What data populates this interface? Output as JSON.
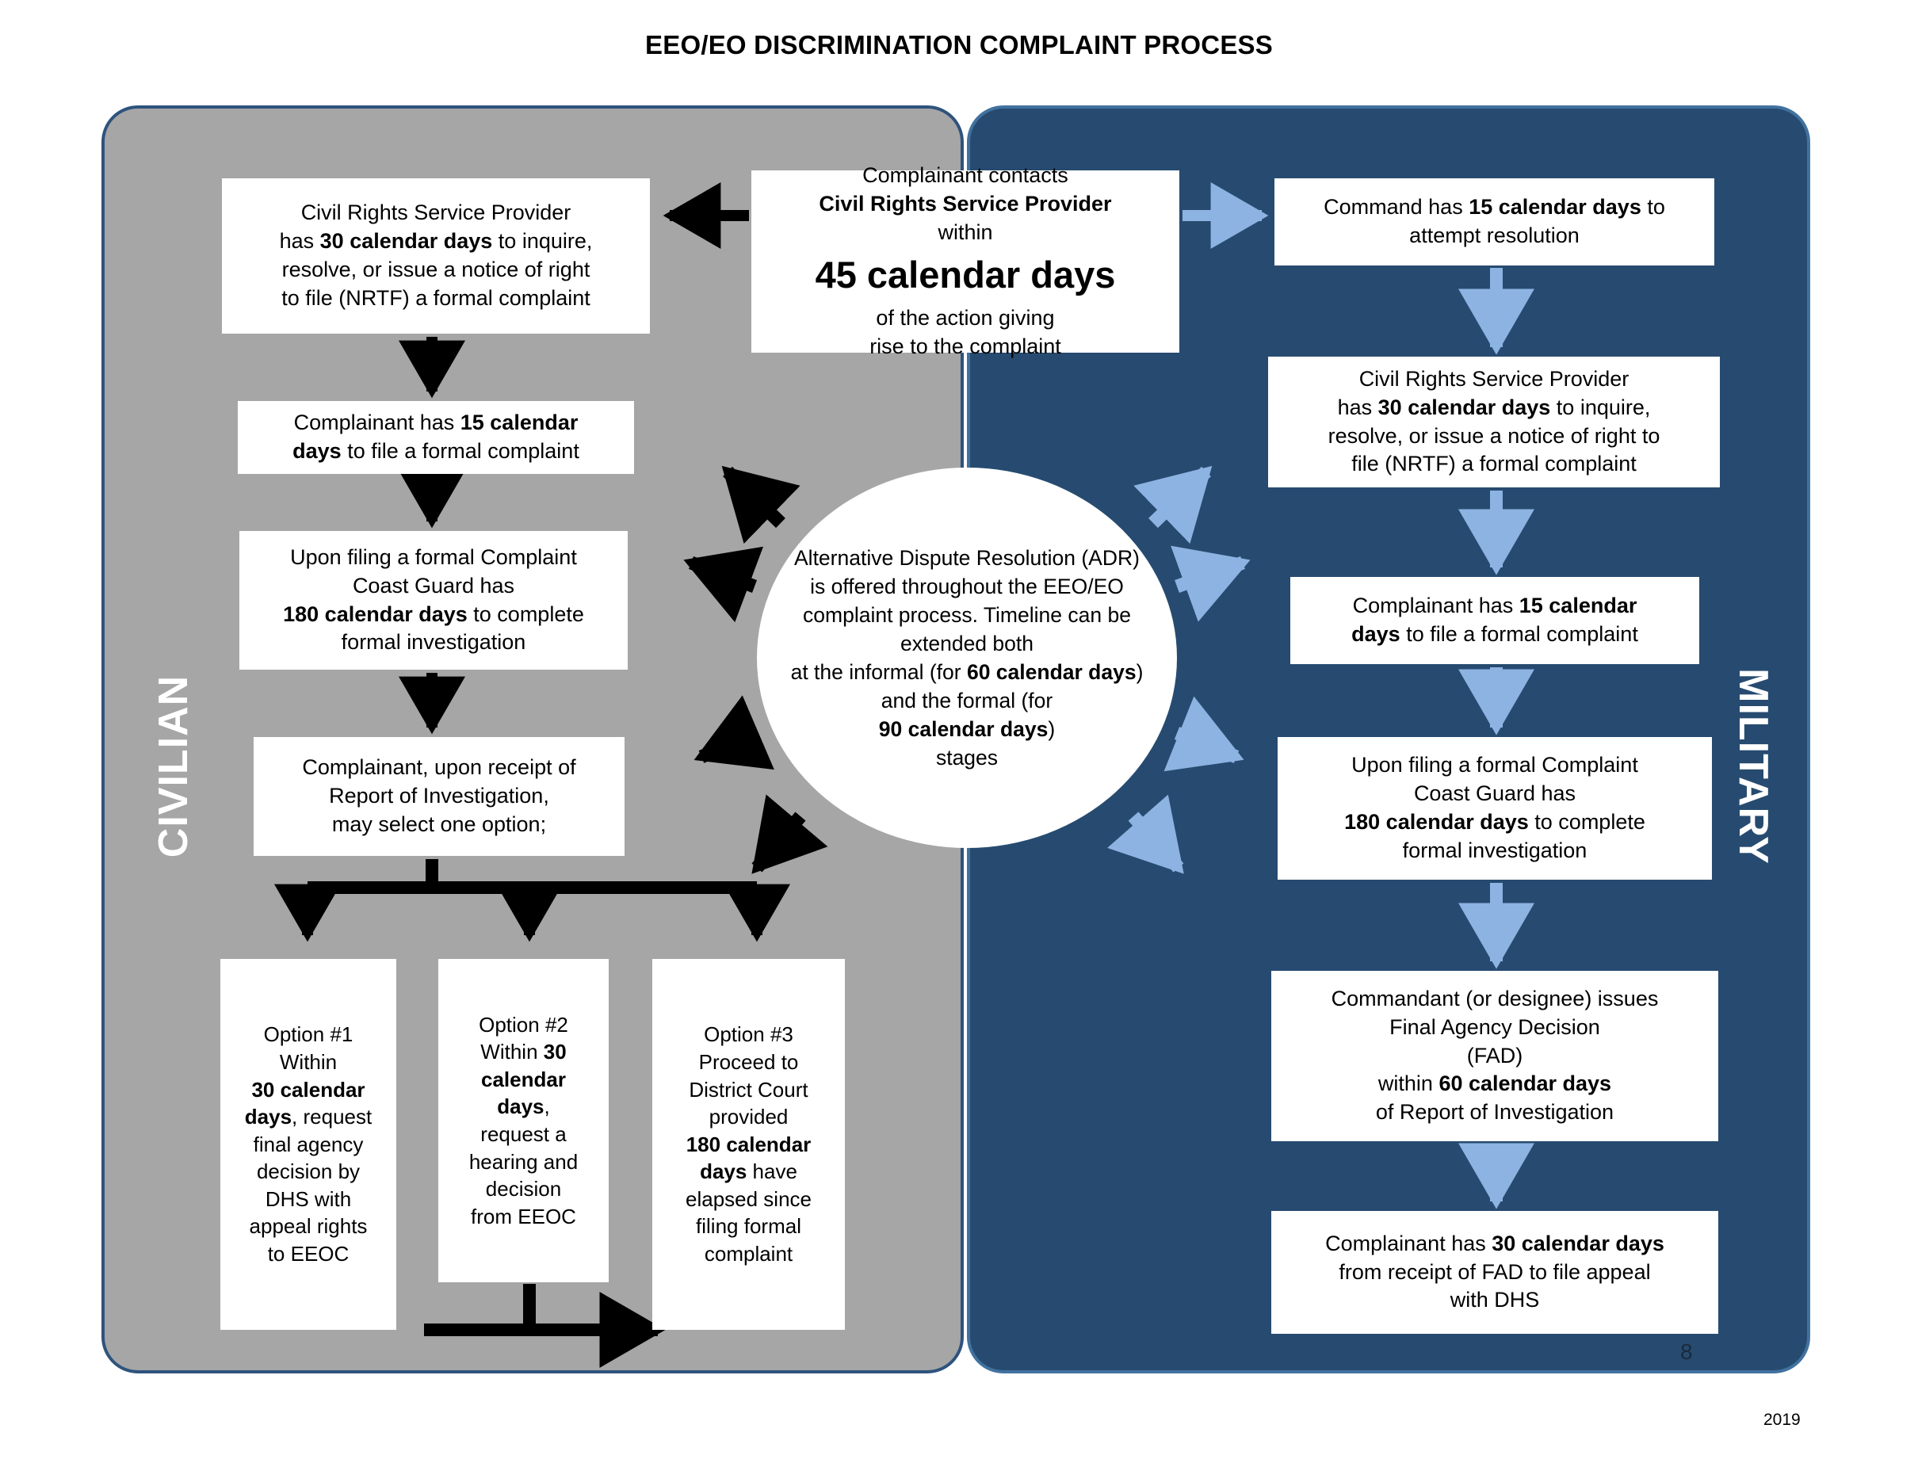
{
  "title": "EEO/EO DISCRIMINATION COMPLAINT PROCESS",
  "panels": {
    "civilian": {
      "label": "CIVILIAN",
      "color": "#a6a6a6",
      "border": "#2e537d"
    },
    "military": {
      "label": "MILITARY",
      "color": "#274b70",
      "border": "#41729f"
    }
  },
  "center": {
    "line1": "Complainant contacts",
    "line2": "Civil Rights Service Provider",
    "line3": "within",
    "big": "45 calendar days",
    "line4": "of the action giving",
    "line5": "rise to the complaint"
  },
  "adr": {
    "l1": "Alternative Dispute Resolution (ADR)",
    "l2": "is offered throughout the EEO/EO",
    "l3": "complaint process. Timeline can be",
    "l4": "extended both",
    "l5a": "at the informal (for ",
    "l5b": "60 calendar days",
    "l5c": ")",
    "l6": "and the formal (for",
    "l7a": "90 calendar days",
    "l7b": ")",
    "l8": "stages"
  },
  "civilian_steps": [
    {
      "id": "c1",
      "l1": "Civil Rights Service Provider",
      "l2a": "has ",
      "l2b": "30 calendar days",
      "l2c": " to inquire,",
      "l3": "resolve, or issue a notice of right",
      "l4": "to file (NRTF) a formal complaint"
    },
    {
      "id": "c2",
      "l1a": "Complainant has ",
      "l1b": "15 calendar",
      "l2a": "days",
      "l2b": " to file a formal complaint"
    },
    {
      "id": "c3",
      "l1": "Upon filing a formal Complaint",
      "l2": "Coast Guard has",
      "l3a": "180 calendar days",
      "l3b": " to complete",
      "l4": "formal investigation"
    },
    {
      "id": "c4",
      "l1": "Complainant, upon receipt of",
      "l2": "Report of Investigation,",
      "l3": "may select one option;"
    }
  ],
  "options": [
    {
      "id": "opt1",
      "l1": "Option #1",
      "l2": "Within",
      "l3b": "30 calendar",
      "l4b": "days",
      "l4t": ", request",
      "l5": "final agency",
      "l6": "decision by",
      "l7": "DHS with",
      "l8": "appeal rights",
      "l9": "to EEOC"
    },
    {
      "id": "opt2",
      "l1": "Option #2",
      "l2t": "Within ",
      "l2b": "30",
      "l3b": "calendar",
      "l4b": "days",
      "l4t": ",",
      "l5": "request a",
      "l6": "hearing and",
      "l7": "decision",
      "l8": "from EEOC"
    },
    {
      "id": "opt3",
      "l1": "Option #3",
      "l2": "Proceed to",
      "l3": "District Court",
      "l4": "provided",
      "l5b": "180 calendar",
      "l6b": "days",
      "l6t": " have",
      "l7": "elapsed since",
      "l8": "filing formal",
      "l9": "complaint"
    }
  ],
  "military_steps": [
    {
      "id": "m1",
      "l1a": "Command has ",
      "l1b": "15 calendar days",
      "l1c": " to",
      "l2": "attempt resolution"
    },
    {
      "id": "m2",
      "l1": "Civil Rights Service Provider",
      "l2a": "has ",
      "l2b": "30 calendar days",
      "l2c": " to inquire,",
      "l3": "resolve, or issue a notice of right to",
      "l4": "file (NRTF) a formal complaint"
    },
    {
      "id": "m3",
      "l1a": "Complainant has ",
      "l1b": "15 calendar",
      "l2a": "days",
      "l2b": " to file a formal complaint"
    },
    {
      "id": "m4",
      "l1": "Upon filing a formal Complaint",
      "l2": "Coast Guard has",
      "l3a": "180 calendar days",
      "l3b": " to complete",
      "l4": "formal investigation"
    },
    {
      "id": "m5",
      "l1": "Commandant (or designee) issues",
      "l2": "Final Agency Decision",
      "l3": "(FAD)",
      "l4a": "within ",
      "l4b": "60 calendar days",
      "l5": "of Report of Investigation"
    },
    {
      "id": "m6",
      "l1a": "Complainant has ",
      "l1b": "30 calendar days",
      "l2": "from receipt of FAD to file appeal",
      "l3": "with DHS"
    }
  ],
  "footer": {
    "page_number": "8",
    "year": "2019"
  },
  "colors": {
    "black_arrow": "#000000",
    "blue_arrow": "#8db3e2",
    "panel_gray": "#a6a6a6",
    "panel_navy": "#274b70"
  }
}
